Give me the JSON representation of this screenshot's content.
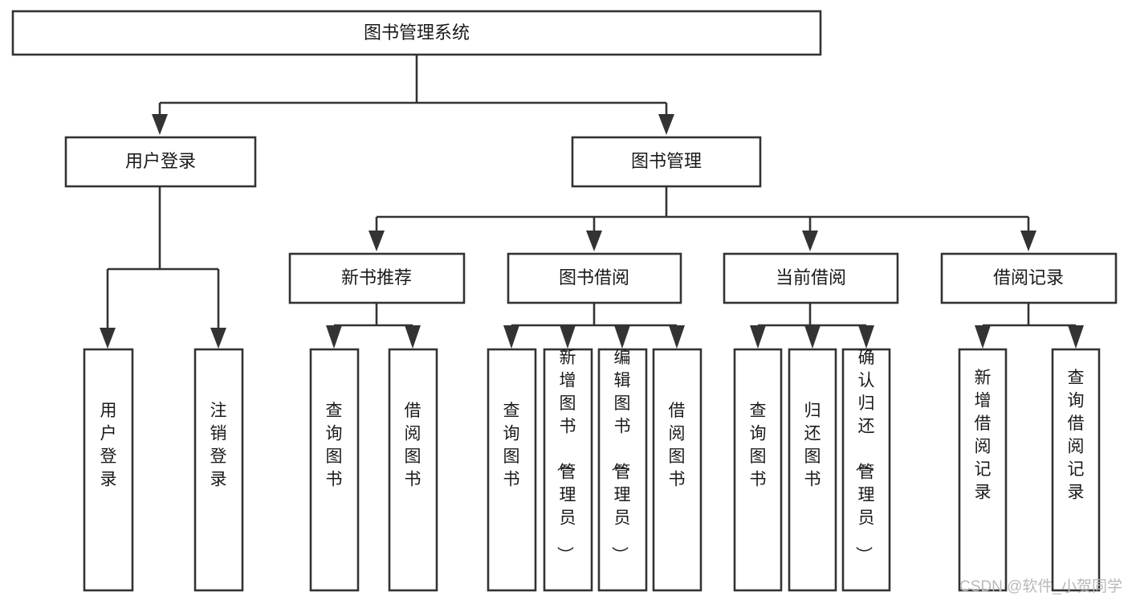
{
  "diagram": {
    "title": "图书管理系统",
    "type": "tree-hierarchy",
    "watermark": "CSDN @软件_小贺同学",
    "colors": {
      "box_stroke": "#333333",
      "box_fill": "#ffffff",
      "text": "#1a1a1a",
      "background": "#ffffff",
      "watermark": "#b9b9b9"
    },
    "nodes": {
      "root": {
        "label": "图书管理系统"
      },
      "level2": [
        {
          "id": "user-login",
          "label": "用户登录"
        },
        {
          "id": "book-manage",
          "label": "图书管理"
        }
      ],
      "level3": [
        {
          "id": "new-book-recommend",
          "label": "新书推荐"
        },
        {
          "id": "book-borrow",
          "label": "图书借阅"
        },
        {
          "id": "current-borrow",
          "label": "当前借阅"
        },
        {
          "id": "borrow-record",
          "label": "借阅记录"
        }
      ],
      "leaves": {
        "user_login": [
          {
            "id": "leaf-user-login",
            "label": "用户登录"
          },
          {
            "id": "leaf-logout-login",
            "label": "注销登录"
          }
        ],
        "new_book_recommend": [
          {
            "id": "leaf-query-book-1",
            "label": "查询图书"
          },
          {
            "id": "leaf-borrow-book-1",
            "label": "借阅图书"
          }
        ],
        "book_borrow": [
          {
            "id": "leaf-query-book-2",
            "label": "查询图书"
          },
          {
            "id": "leaf-add-book",
            "label": "新增图书（管理员）"
          },
          {
            "id": "leaf-edit-book",
            "label": "编辑图书（管理员）"
          },
          {
            "id": "leaf-borrow-book-2",
            "label": "借阅图书"
          }
        ],
        "current_borrow": [
          {
            "id": "leaf-query-book-3",
            "label": "查询图书"
          },
          {
            "id": "leaf-return-book",
            "label": "归还图书"
          },
          {
            "id": "leaf-confirm-return",
            "label": "确认归还（管理员）"
          }
        ],
        "borrow_record": [
          {
            "id": "leaf-add-record",
            "label": "新增借阅记录"
          },
          {
            "id": "leaf-query-record",
            "label": "查询借阅记录"
          }
        ]
      }
    }
  }
}
